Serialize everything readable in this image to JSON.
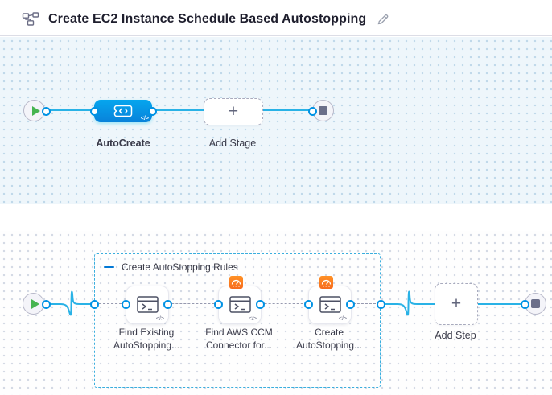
{
  "header": {
    "title": "Create EC2 Instance Schedule Based Autostopping"
  },
  "stage_canvas": {
    "stage_label": "AutoCreate",
    "stage_corner_glyph": "</>",
    "add_stage_label": "Add Stage",
    "add_stage_plus": "+"
  },
  "step_canvas": {
    "group_label": "Create AutoStopping Rules",
    "steps": [
      {
        "line1": "Find Existing",
        "line2": "AutoStopping...",
        "corner_glyph": "</>"
      },
      {
        "line1": "Find AWS CCM",
        "line2": "Connector for...",
        "corner_glyph": "</>"
      },
      {
        "line1": "Create",
        "line2": "AutoStopping...",
        "corner_glyph": "</>"
      }
    ],
    "add_step_label": "Add Step",
    "add_step_plus": "+"
  },
  "colors": {
    "link_blue": "#29b2e6",
    "port_blue": "#0092e4",
    "stage_blue": "#0792e4",
    "badge_orange": "#f97c1f",
    "play_green": "#47b450",
    "group_border_blue": "#3aaede",
    "label_text": "#3a3b4a"
  }
}
